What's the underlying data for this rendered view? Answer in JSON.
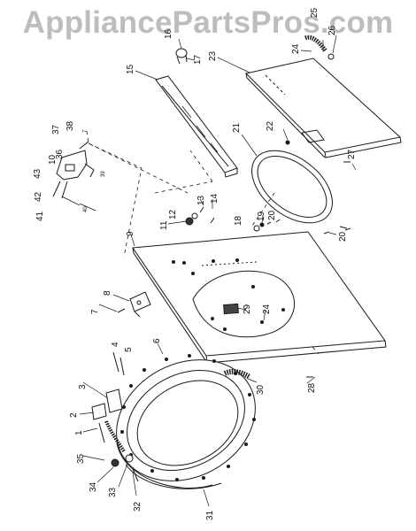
{
  "watermark": "AppliancePartsPros.com",
  "colors": {
    "line": "#1a1a1a",
    "watermark": "#bdbdbd",
    "background": "#ffffff"
  },
  "callouts": [
    {
      "id": "c1",
      "text": "1"
    },
    {
      "id": "c2",
      "text": "2"
    },
    {
      "id": "c3",
      "text": "3"
    },
    {
      "id": "c4",
      "text": "4"
    },
    {
      "id": "c5",
      "text": "5"
    },
    {
      "id": "c6",
      "text": "6"
    },
    {
      "id": "c7",
      "text": "7"
    },
    {
      "id": "c8",
      "text": "8"
    },
    {
      "id": "c9",
      "text": "9"
    },
    {
      "id": "c10",
      "text": "10"
    },
    {
      "id": "c11",
      "text": "11"
    },
    {
      "id": "c12",
      "text": "12"
    },
    {
      "id": "c13",
      "text": "13"
    },
    {
      "id": "c14",
      "text": "14"
    },
    {
      "id": "c15",
      "text": "15"
    },
    {
      "id": "c16",
      "text": "16"
    },
    {
      "id": "c17",
      "text": "17"
    },
    {
      "id": "c18",
      "text": "18"
    },
    {
      "id": "c19",
      "text": "19"
    },
    {
      "id": "c20a",
      "text": "20"
    },
    {
      "id": "c20b",
      "text": "20"
    },
    {
      "id": "c21",
      "text": "21"
    },
    {
      "id": "c22",
      "text": "22"
    },
    {
      "id": "c23",
      "text": "23"
    },
    {
      "id": "c24a",
      "text": "24"
    },
    {
      "id": "c24b",
      "text": "24"
    },
    {
      "id": "c25",
      "text": "25"
    },
    {
      "id": "c26",
      "text": "26"
    },
    {
      "id": "c27",
      "text": "27"
    },
    {
      "id": "c28",
      "text": "28"
    },
    {
      "id": "c29",
      "text": "29"
    },
    {
      "id": "c30",
      "text": "30"
    },
    {
      "id": "c31",
      "text": "31"
    },
    {
      "id": "c32",
      "text": "32"
    },
    {
      "id": "c33",
      "text": "33"
    },
    {
      "id": "c34",
      "text": "34"
    },
    {
      "id": "c35",
      "text": "35"
    },
    {
      "id": "c36",
      "text": "36"
    },
    {
      "id": "c37",
      "text": "37"
    },
    {
      "id": "c38",
      "text": "38"
    },
    {
      "id": "c39",
      "text": "39"
    },
    {
      "id": "c40",
      "text": "40"
    },
    {
      "id": "c41",
      "text": "41"
    },
    {
      "id": "c42",
      "text": "42"
    },
    {
      "id": "c43",
      "text": "43"
    },
    {
      "id": "c7b",
      "text": "7"
    }
  ]
}
